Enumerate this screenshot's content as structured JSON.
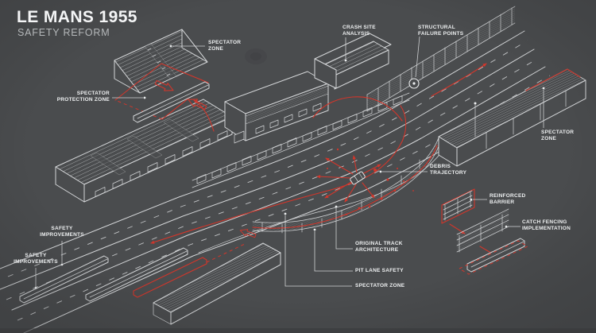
{
  "title": "LE MANS 1955",
  "subtitle": "SAFETY REFORM",
  "colors": {
    "background": "#4a4c4e",
    "line_white": "#d4d6d8",
    "accent_red": "#d2362b",
    "text": "#eef0f1",
    "text_muted": "#b5b8ba"
  },
  "labels": {
    "spectator_zone_top": "SPECTATOR\nZONE",
    "spectator_protection_zone": "SPECTATOR\nPROTECTION ZONE",
    "crash_site_analysis": "CRASH SITE\nANALYSIS",
    "structural_failure_points": "STRUCTURAL\nFAILURE POINTS",
    "spectator_zone_right": "SPECTATOR\nZONE",
    "debris_trajectory": "DEBRIS\nTRAJECTORY",
    "reinforced_barrier": "REINFORCED\nBARRIER",
    "catch_fencing_implementation": "CATCH FENCING\nIMPLEMENTATION",
    "original_track_architecture": "ORIGINAL TRACK\nARCHITECTURE",
    "pit_lane_safety": "PIT LANE SAFETY",
    "spectator_zone_bottom": "SPECTATOR ZONE",
    "safety_improvements_upper": "SAFETY\nIMPROVEMENTS",
    "safety_improvements_lower": "SAFETY\nIMPROVEMENTS"
  }
}
